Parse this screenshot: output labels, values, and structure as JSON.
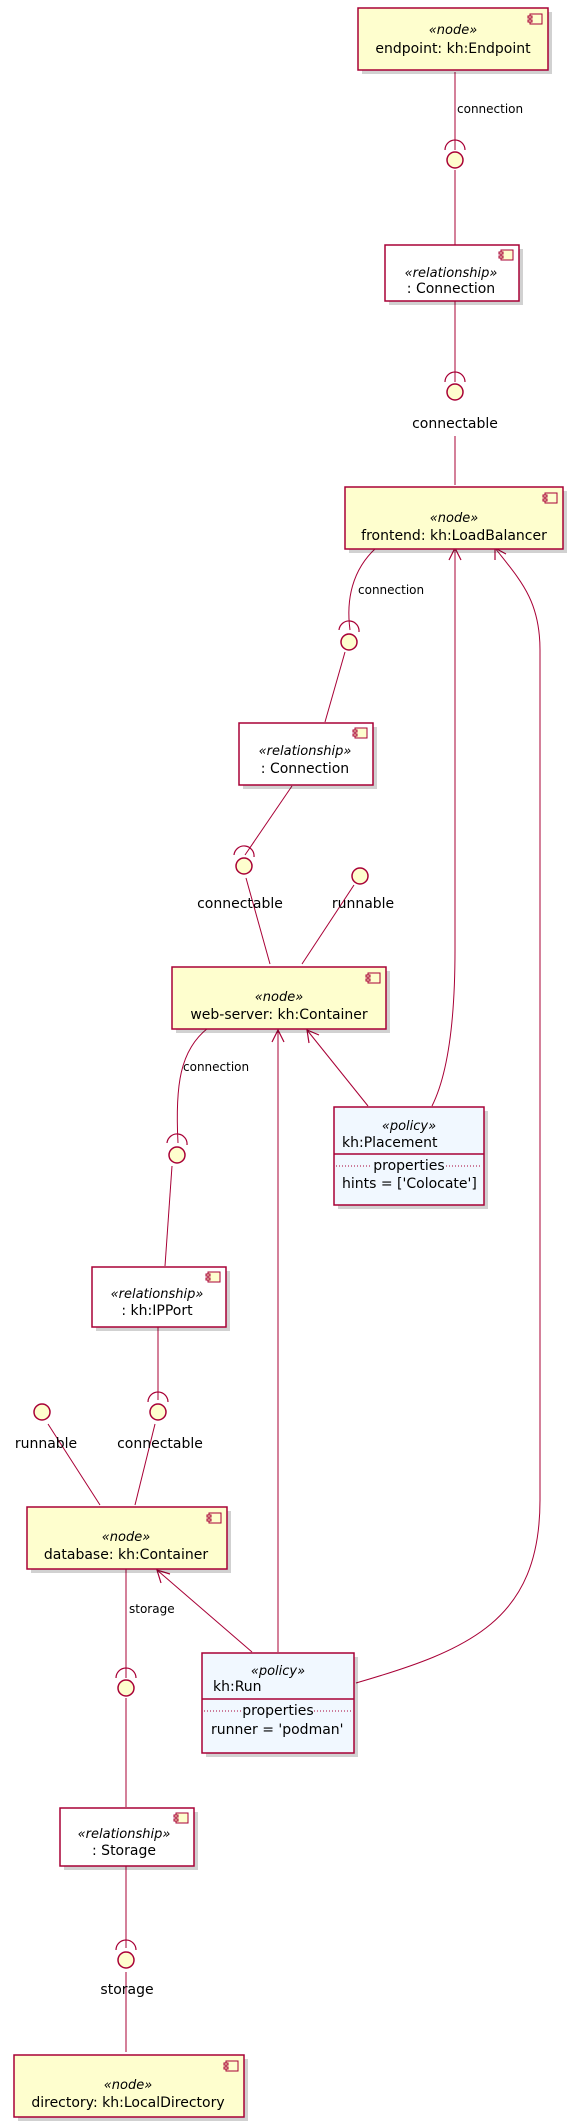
{
  "colors": {
    "border": "#A80036",
    "node_fill": "#FEFECE",
    "relationship_fill": "#FFFFFF",
    "policy_fill": "#F1F8FF"
  },
  "nodes": {
    "endpoint": {
      "stereotype": "«node»",
      "name": "endpoint: kh:Endpoint"
    },
    "frontend": {
      "stereotype": "«node»",
      "name": "frontend: kh:LoadBalancer"
    },
    "webserver": {
      "stereotype": "«node»",
      "name": "web-server: kh:Container"
    },
    "database": {
      "stereotype": "«node»",
      "name": "database: kh:Container"
    },
    "directory": {
      "stereotype": "«node»",
      "name": "directory: kh:LocalDirectory"
    }
  },
  "relationships": {
    "conn1": {
      "stereotype": "«relationship»",
      "name": ": Connection"
    },
    "conn2": {
      "stereotype": "«relationship»",
      "name": ": Connection"
    },
    "ipport": {
      "stereotype": "«relationship»",
      "name": ": kh:IPPort"
    },
    "storage": {
      "stereotype": "«relationship»",
      "name": ": Storage"
    }
  },
  "policies": {
    "placement": {
      "stereotype": "«policy»",
      "name": "kh:Placement",
      "section": "properties",
      "property": "hints = ['Colocate']"
    },
    "run": {
      "stereotype": "«policy»",
      "name": "kh:Run",
      "section": "properties",
      "property": "runner = 'podman'"
    }
  },
  "edge_labels": {
    "endpoint_connection": "connection",
    "frontend_connection": "connection",
    "webserver_connection": "connection",
    "database_storage": "storage"
  },
  "interface_labels": {
    "frontend_connectable": "connectable",
    "webserver_connectable": "connectable",
    "webserver_runnable": "runnable",
    "database_runnable": "runnable",
    "database_connectable": "connectable",
    "directory_storage": "storage"
  }
}
